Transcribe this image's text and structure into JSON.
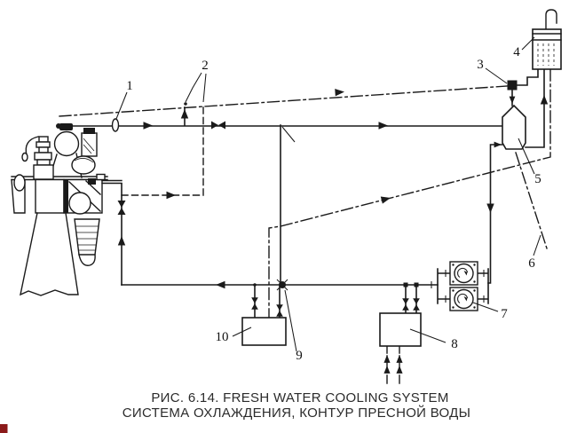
{
  "figure": {
    "caption": {
      "line1": "РИС. 6.14. FRESH WATER COOLING SYSTEM",
      "line2": "СИСТЕМА ОХЛАЖДЕНИЯ, КОНТУР ПРЕСНОЙ ВОДЫ"
    },
    "labels": [
      {
        "text": "1"
      },
      {
        "text": "2"
      },
      {
        "text": "3"
      },
      {
        "text": "4"
      },
      {
        "text": "5"
      },
      {
        "text": "6"
      },
      {
        "text": "7"
      },
      {
        "text": "8"
      },
      {
        "text": "9"
      },
      {
        "text": "10"
      }
    ],
    "colors": {
      "ink": "#1a1a1a",
      "background": "#ffffff",
      "scan_artifact_red": "#8b1a1a"
    }
  }
}
